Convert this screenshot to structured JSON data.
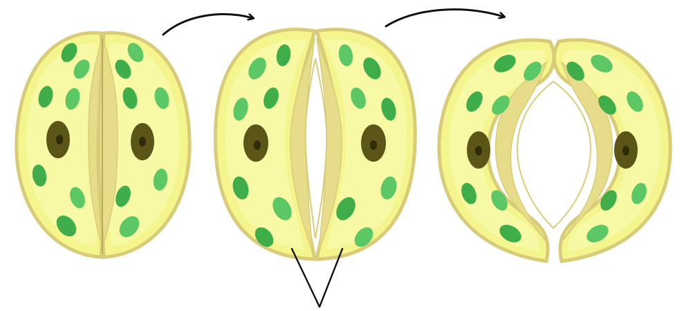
{
  "diagram": {
    "subject": "stomata-guard-cells-opening",
    "stages": [
      {
        "name": "closed-stoma",
        "state": "closed"
      },
      {
        "name": "partially-open-stoma",
        "state": "partially-open"
      },
      {
        "name": "open-stoma",
        "state": "open"
      }
    ],
    "arrows": [
      "stage-1-to-stage-2",
      "stage-2-to-stage-3"
    ],
    "pointer_target": "guard-cells",
    "colors": {
      "cell_outline": "#d8cc78",
      "cell_fill": "#f4f58c",
      "cell_inner": "#fbfbb8",
      "wall_fill": "#e6dc8a",
      "chloroplast": "#3fae4a",
      "chloroplast_light": "#5cc765",
      "nucleus": "#5b5518",
      "nucleolus": "#2f2c08",
      "arrow": "#111111",
      "pointer": "#111111"
    }
  }
}
